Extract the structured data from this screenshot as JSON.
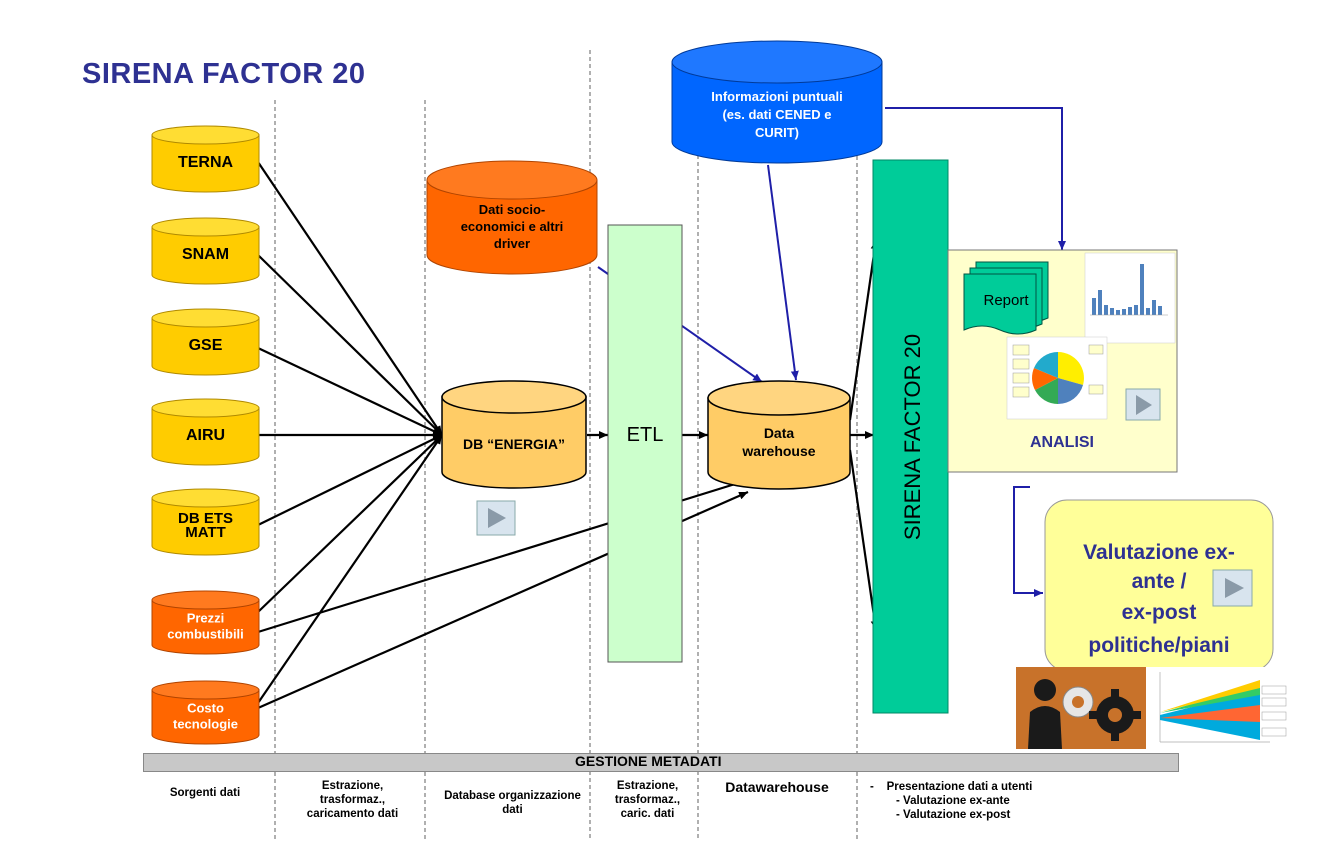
{
  "title": "SIRENA FACTOR 20",
  "sources": [
    "TERNA",
    "SNAM",
    "GSE",
    "AIRU",
    "DB ETS MATT",
    "Prezzi combustibili",
    "Costo tecnologie"
  ],
  "socio": "Dati socio-economici e altri driver",
  "info": "Informazioni puntuali (es. dati CENED e CURIT)",
  "db_energia": "DB “ENERGIA”",
  "etl": "ETL",
  "warehouse": "Data warehouse",
  "sirena": "SIRENA FACTOR 20",
  "report": "Report",
  "analisi": "ANALISI",
  "valutazione": "Valutazione ex-ante / ex-post politiche/piani",
  "metadati": "GESTIONE METADATI",
  "footer": {
    "sorgenti": "Sorgenti dati",
    "estrazione1": "Estrazione, trasformaz., caricamento dati",
    "database": "Database organizzazione dati",
    "estrazione2": "Estrazione, trasformaz., caric. dati",
    "datawarehouse": "Datawarehouse",
    "presentazione": "Presentazione dati a utenti",
    "exante": "Valutazione ex-ante",
    "expost": "Valutazione ex-post"
  },
  "colors": {
    "yellow": "#ffcc00",
    "orange": "#ff6600",
    "blue": "#0066ff",
    "sirena": "#00cc99",
    "etl": "#ccffcc",
    "db": "#ffcc66",
    "analisi_bg": "#ffffcc",
    "val_bg": "#ffff99",
    "title": "#2e3192",
    "arrow_blue": "#1f1fa8"
  }
}
